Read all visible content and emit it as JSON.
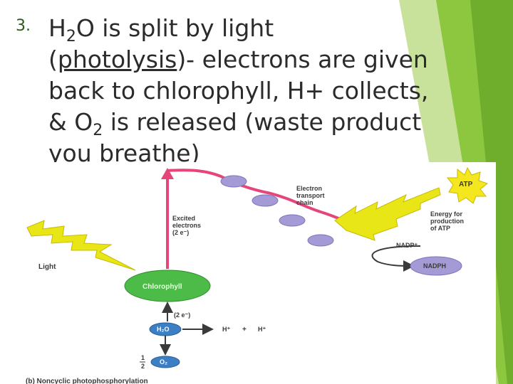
{
  "slide": {
    "bullet_number": "3.",
    "line1": {
      "h": "H",
      "sub": "2",
      "rest": "O is split by light"
    },
    "line2": {
      "open": "(",
      "term": "photolysis",
      "rest": ")- electrons are given"
    },
    "line3": "back to chlorophyll, H+ collects,",
    "line4": {
      "pre": "& O",
      "sub": "2",
      "rest": " is released (waste product"
    },
    "line5": "you breathe)"
  },
  "figure": {
    "light": "Light",
    "excited_1": "Excited",
    "excited_2": "electrons",
    "excited_3": "(2 e⁻)",
    "chlorophyll": "Chlorophyll",
    "etc_1": "Electron",
    "etc_2": "transport",
    "etc_3": "chain",
    "energy_1": "Energy for",
    "energy_2": "production",
    "energy_3": "of ATP",
    "atp": "ATP",
    "nadp_plus": "NADP⁺",
    "nadph": "NADPH",
    "two_e": "(2 e⁻)",
    "h2o": "H₂O",
    "h_plus_1": "H⁺",
    "plus": "+",
    "h_plus_2": "H⁺",
    "half_num": "1",
    "half_den": "2",
    "o2": "O₂",
    "caption": "(b) Noncyclic photophosphorylation",
    "colors": {
      "green_decor": "#8dc63f",
      "pink_arrow": "#e6457a",
      "chlorophyll_green": "#4cbb47",
      "lavender": "#a49ad6",
      "blue_ellipse": "#3d7fc4",
      "yellow_bolt": "#e9e617"
    }
  }
}
